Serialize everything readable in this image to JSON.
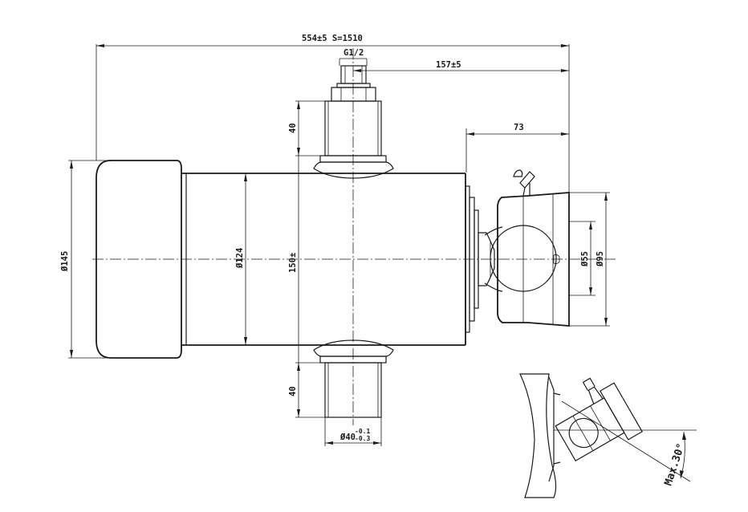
{
  "dimensions": {
    "overall_length": "554±5 S=1510",
    "port_thread": "G1/2",
    "port_offset": "157±5",
    "end_offset": "73",
    "head_diameter": "Ø145",
    "barrel_diameter": "Ø124",
    "trunnion_span": "150±",
    "top_trunnion_length": "40",
    "bottom_trunnion_length": "40",
    "trunnion_diameter": "Ø40",
    "trunnion_tol_upper": "-0.1",
    "trunnion_tol_lower": "-0.3",
    "ball_diameter": "Ø55",
    "eye_diameter": "Ø95",
    "max_angle": "Max.30°"
  }
}
